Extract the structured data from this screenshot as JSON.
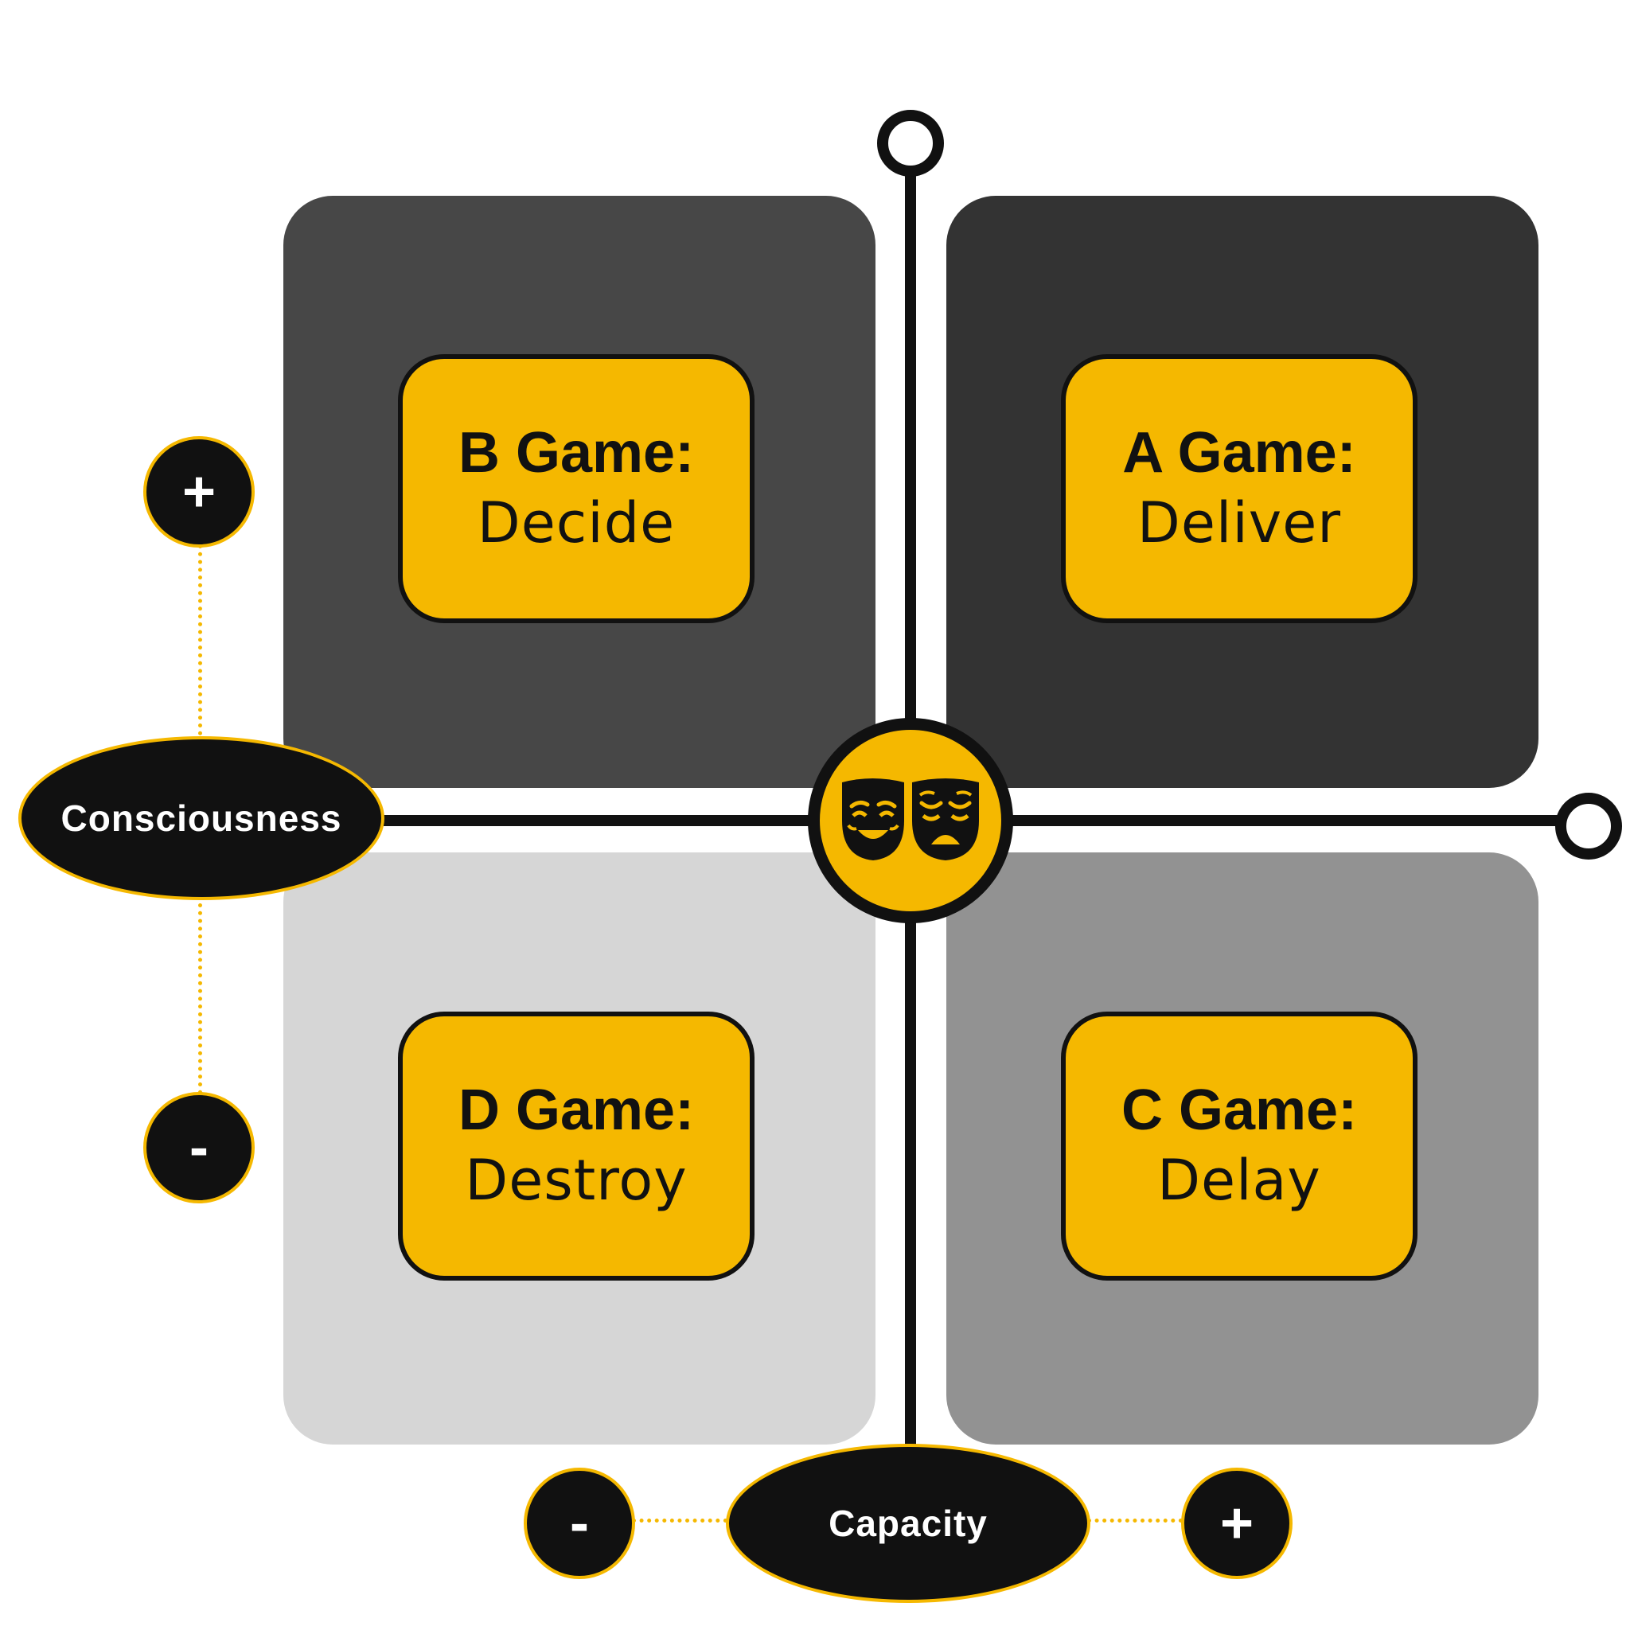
{
  "axes": {
    "vertical": {
      "label": "Consciousness",
      "plus": "+",
      "minus": "-"
    },
    "horizontal": {
      "label": "Capacity",
      "plus": "+",
      "minus": "-"
    }
  },
  "quadrants": {
    "top_left": {
      "title": "B Game:",
      "subtitle": "Decide"
    },
    "top_right": {
      "title": "A Game:",
      "subtitle": "Deliver"
    },
    "bottom_left": {
      "title": "D Game:",
      "subtitle": "Destroy"
    },
    "bottom_right": {
      "title": "C Game:",
      "subtitle": "Delay"
    }
  },
  "center_icon": "theater-masks-icon",
  "colors": {
    "accent": "#f5b800",
    "ink": "#111111",
    "top_left_bg": "#474747",
    "top_right_bg": "#333333",
    "bottom_left_bg": "#d6d6d6",
    "bottom_right_bg": "#929292"
  }
}
